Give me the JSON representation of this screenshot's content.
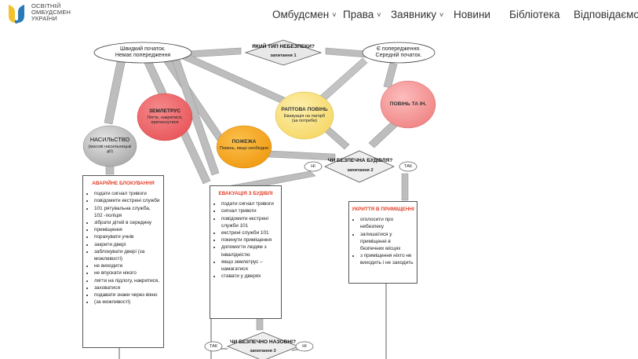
{
  "header": {
    "logo": {
      "line1": "ОСВІТНІЙ",
      "line2": "ОМБУДСМЕН",
      "line3": "УКРАЇНИ"
    },
    "nav": [
      {
        "label": "Омбудсмен",
        "chevron": "˅"
      },
      {
        "label": "Права",
        "chevron": "˅"
      },
      {
        "label": "Заявнику",
        "chevron": "˅"
      },
      {
        "label": "Новини"
      },
      {
        "label": "Бібліотека"
      },
      {
        "label": "Відповідаємо"
      }
    ]
  },
  "flow": {
    "start_quick": "Швидкий початок.\nНемає попередження",
    "start_warned": "Є попередження.\nСередній початок.",
    "danger_type": {
      "title": "ЯКИЙ ТИП НЕБЕЗПЕКИ?",
      "sub": "запитання 1"
    },
    "earthquake": {
      "title": "ЗЕМЛЕТРУС",
      "sub": "Лягти, накритися,\nпритиснутися"
    },
    "flash_flood": {
      "title": "РАПТОВА ПОВІНЬ",
      "sub": "Евакуація на пагорб\n(за потреби)"
    },
    "flood": {
      "title": "ПОВІНЬ ТА ІН."
    },
    "violence": {
      "title": "НАСИЛЬСТВО",
      "sub": "(масові насильницькі\nдії)"
    },
    "fire": {
      "title": "ПОЖЕЖА",
      "sub": "Покинь, якщо необхідно"
    },
    "safe_building": {
      "title": "ЧИ БЕЗПЕЧНА БУДІВЛЯ?",
      "sub": "запитання 2"
    },
    "safe_outside": {
      "title": "ЧИ БЕЗПЕЧНО НАЗОВНІ?",
      "sub": "запитання 3"
    },
    "no": "НІ",
    "yes": "ТАК",
    "lockdown": {
      "title": "АВАРІЙНЕ БЛОКУВАННЯ",
      "items": [
        "подати сигнал тривоги",
        "повідомити екстрені служби",
        "101 рятувальна служба, 102 -поліція",
        "зібрати дітей в середину",
        "приміщення",
        "порахувати учнів",
        "закрити двері",
        "заблокувати двері (за можливості)",
        "не виходити",
        "не впускати нікого",
        "лягти на підлогу, накритися,",
        "заховатися",
        "подавати знаки через вікно",
        "(за можливості)"
      ]
    },
    "evacuation": {
      "title": "ЕВАКУАЦІЯ З БУДІВЛІ",
      "items": [
        "подати сигнал тривоги",
        "сигнал тривоги",
        "повідомити екстрені служби 101",
        "екстрені служби 101",
        "покинути приміщення",
        "допомогти людям з інвалідністю",
        "якщо землетрус – намагатися",
        "ставати у дверях"
      ]
    },
    "shelter": {
      "title": "УКРИТТЯ В ПРИМІЩЕННІ",
      "items": [
        "оголосити про небезпеку",
        "залишатися у приміщенні в безпечних місцях",
        "з приміщення ніхто не виходить і не заходить"
      ]
    }
  },
  "colors": {
    "logo_blue": "#2a7ab8",
    "logo_yellow": "#f2c12e",
    "earthquake": "#e8565a",
    "flash_flood": "#f6d765",
    "flood": "#f08585",
    "violence": "#b7b7b7",
    "fire": "#f3a31d",
    "box_title": "#e0402a"
  }
}
